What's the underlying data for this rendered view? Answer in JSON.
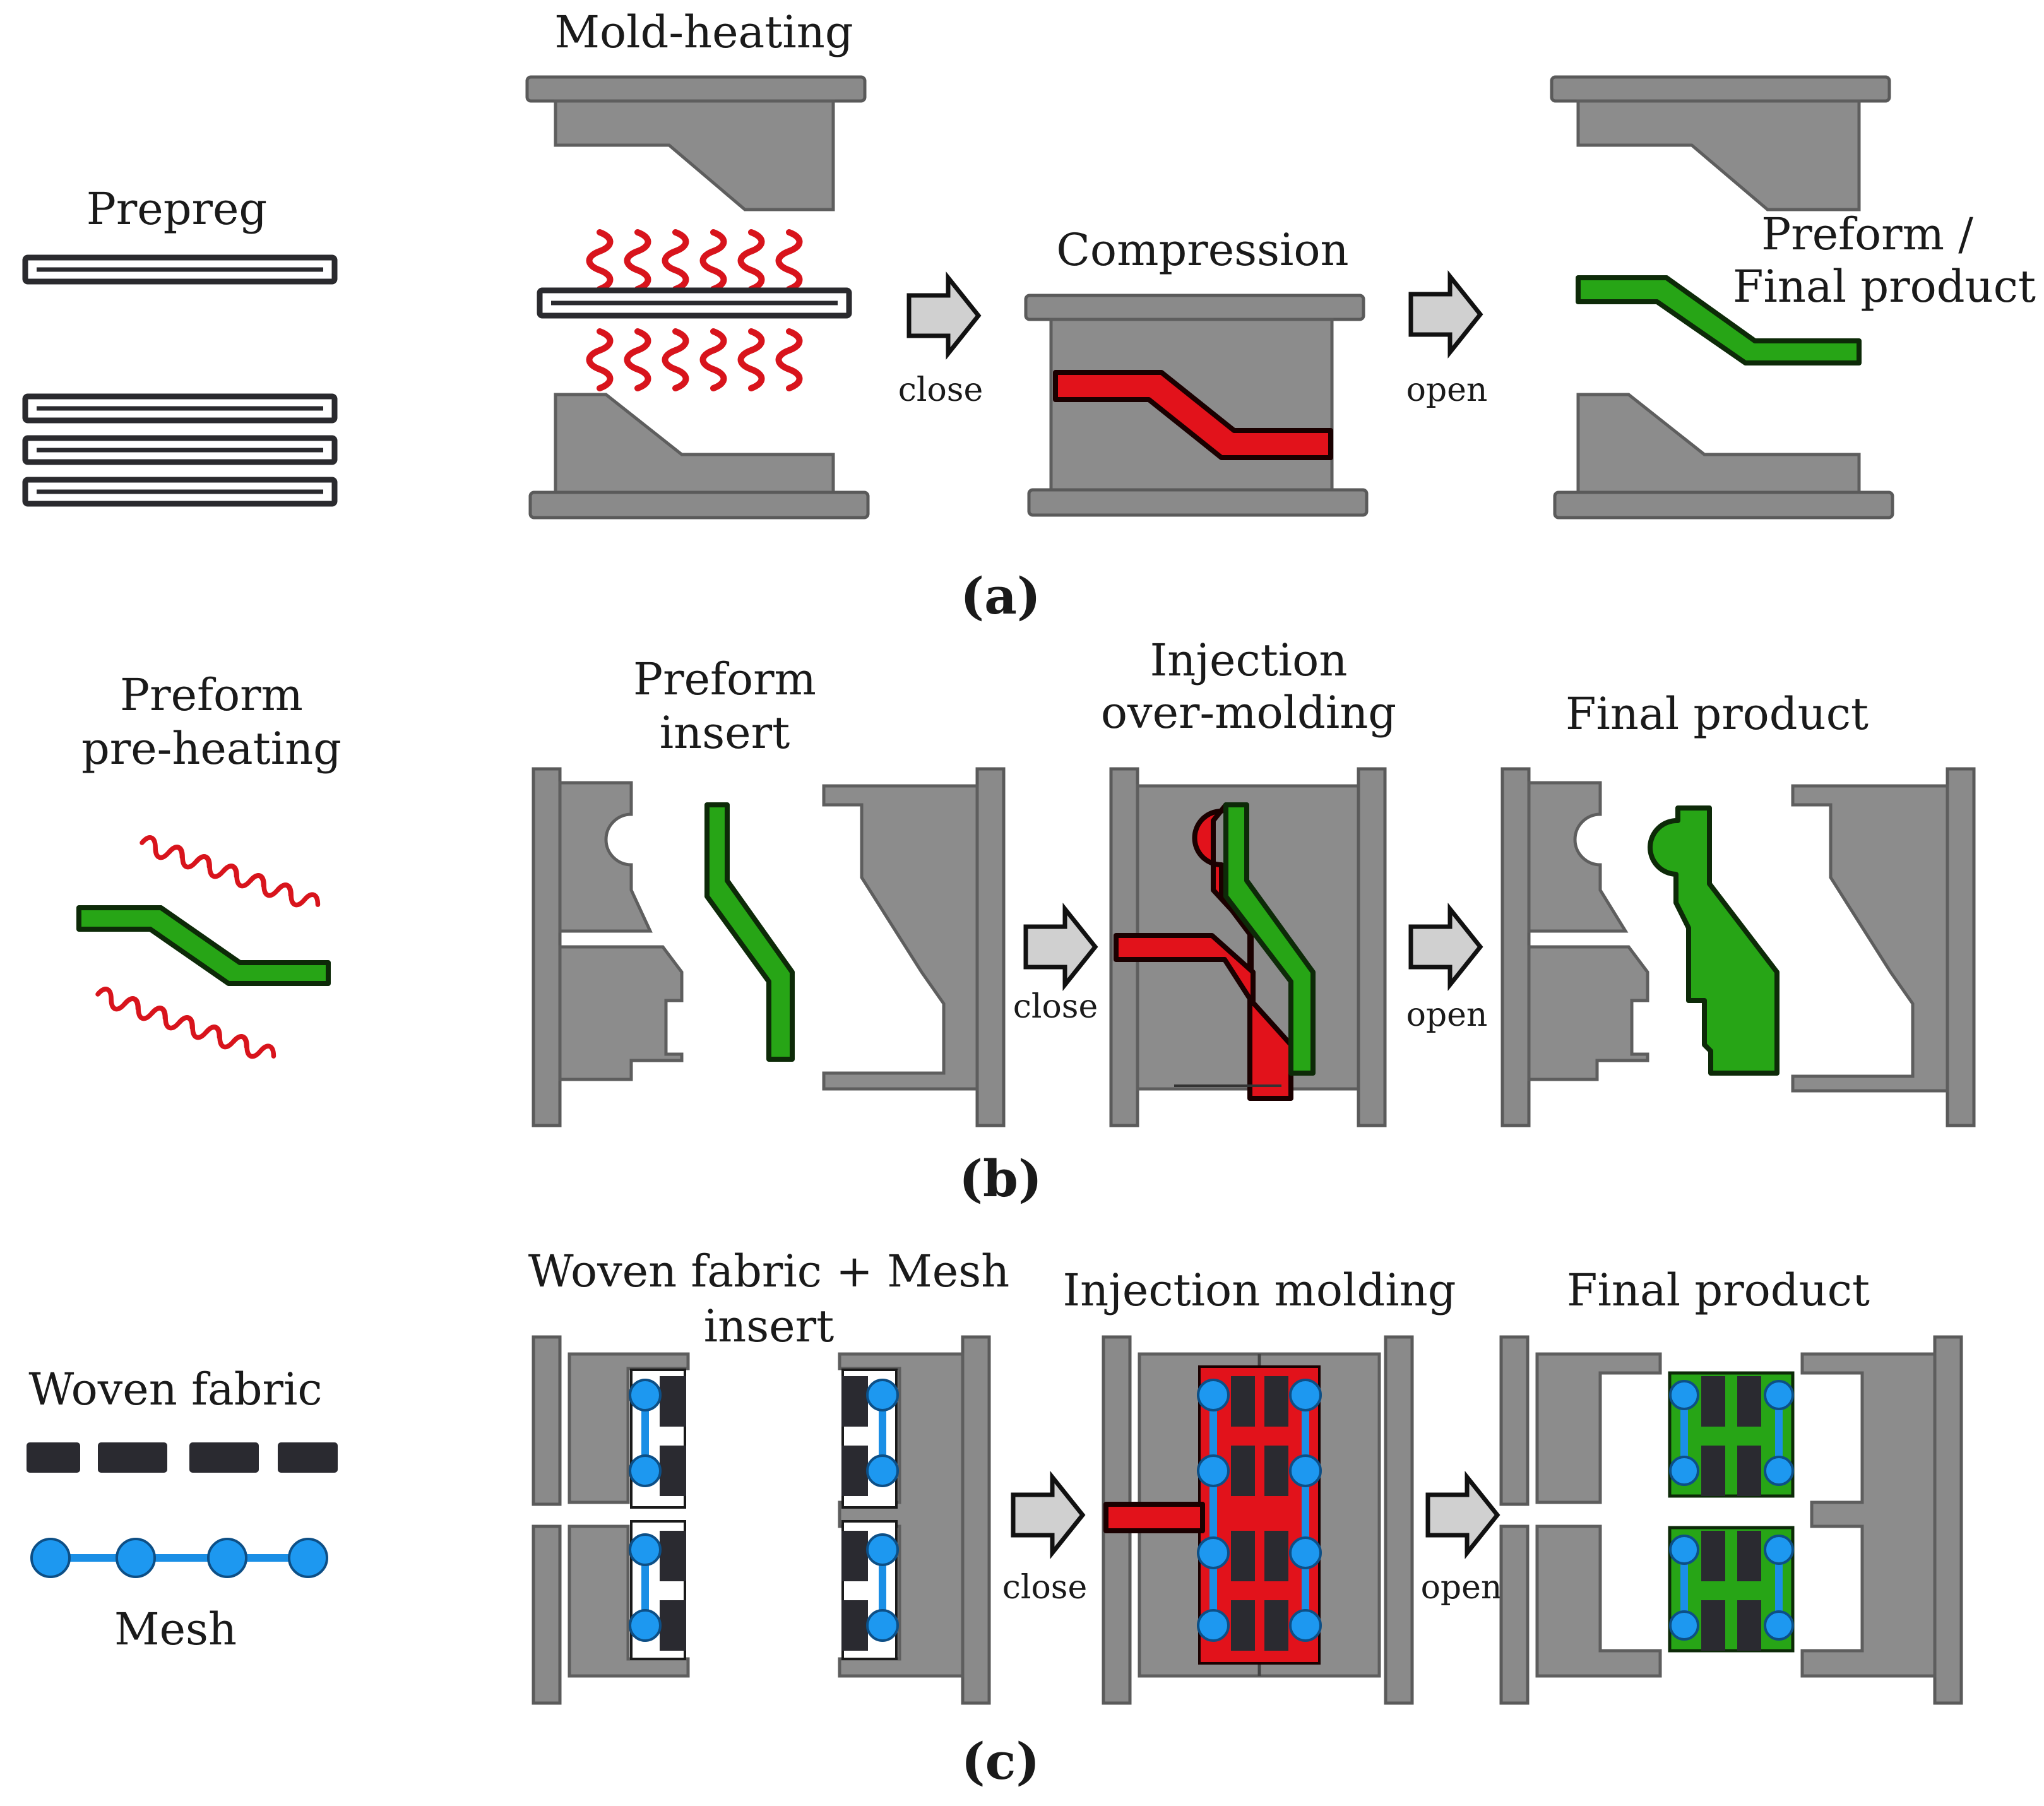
{
  "panel_a": {
    "caption": "(a)",
    "prepreg_label": "Prepreg",
    "mold_heating_label": "Mold-heating",
    "compression_label": "Compression",
    "result_label_line1": "Preform /",
    "result_label_line2": "Final product",
    "arrow1_label": "close",
    "arrow2_label": "open"
  },
  "panel_b": {
    "caption": "(b)",
    "preheat_label_line1": "Preform",
    "preheat_label_line2": "pre-heating",
    "insert_label_line1": "Preform",
    "insert_label_line2": "insert",
    "overmold_label_line1": "Injection",
    "overmold_label_line2": "over-molding",
    "result_label": "Final product",
    "arrow1_label": "close",
    "arrow2_label": "open"
  },
  "panel_c": {
    "caption": "(c)",
    "fabric_label": "Woven fabric",
    "mesh_label": "Mesh",
    "insert_label_line1": "Woven fabric + Mesh",
    "insert_label_line2": "insert",
    "injection_label": "Injection molding",
    "result_label": "Final product",
    "arrow1_label": "close",
    "arrow2_label": "open"
  },
  "colors": {
    "mold": "#8c8c8c",
    "preform": "#27a516",
    "resin": "#e2121b",
    "mesh": "#1d98f0",
    "fabric": "#2a2a30"
  }
}
